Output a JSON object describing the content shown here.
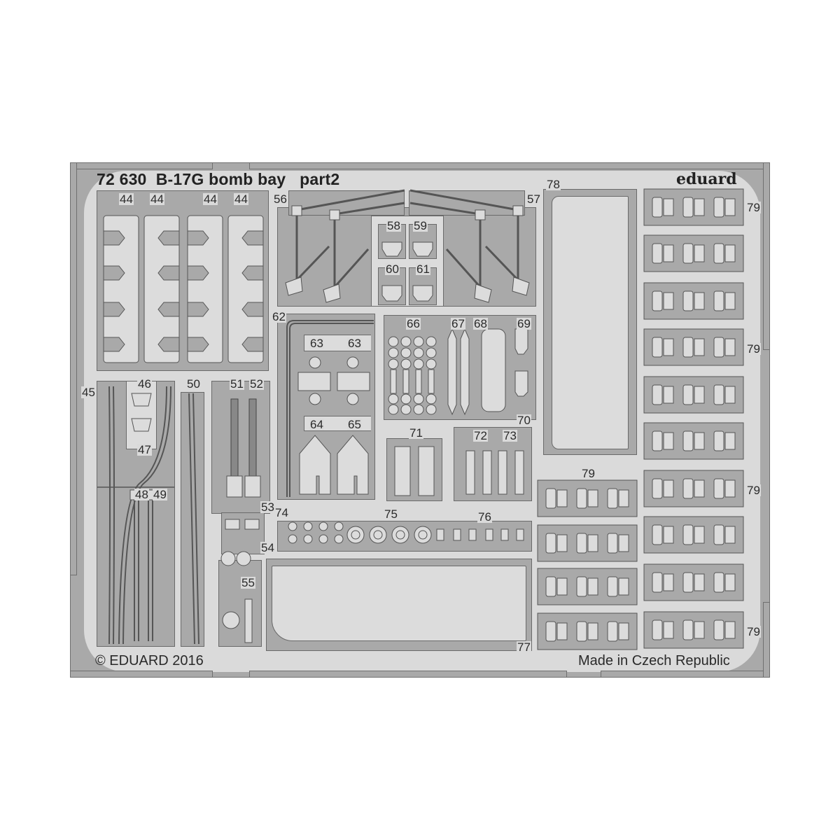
{
  "fret": {
    "catalog_number": "72 630",
    "title": "B-17G bomb bay",
    "part": "part2",
    "brand": "eduard",
    "copyright": "© EDUARD 2016",
    "origin": "Made in Czech Republic"
  },
  "colors": {
    "metal": "#a9a9a9",
    "background": "#dadada",
    "outline": "#6a6a6a",
    "text": "#2a2a2a"
  },
  "labels": {
    "p44a": "44",
    "p44b": "44",
    "p44c": "44",
    "p44d": "44",
    "p45": "45",
    "p46": "46",
    "p47": "47",
    "p48": "48",
    "p49": "49",
    "p50": "50",
    "p51": "51",
    "p52": "52",
    "p53": "53",
    "p54": "54",
    "p55": "55",
    "p56": "56",
    "p57": "57",
    "p58": "58",
    "p59": "59",
    "p60": "60",
    "p61": "61",
    "p62": "62",
    "p63a": "63",
    "p63b": "63",
    "p64": "64",
    "p65": "65",
    "p66": "66",
    "p67": "67",
    "p68": "68",
    "p69": "69",
    "p70": "70",
    "p71": "71",
    "p72": "72",
    "p73": "73",
    "p74": "74",
    "p75": "75",
    "p76": "76",
    "p77": "77",
    "p78": "78",
    "p79a": "79",
    "p79b": "79",
    "p79c": "79",
    "p79d": "79",
    "p79e": "79"
  }
}
